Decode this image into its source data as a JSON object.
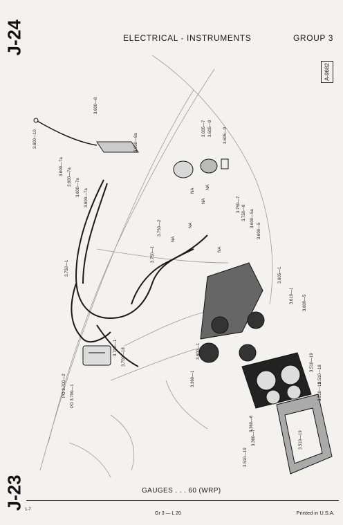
{
  "page": {
    "top_code": "J-24",
    "bottom_code": "J-23",
    "header_title": "ELECTRICAL - INSTRUMENTS",
    "header_group": "GROUP 3",
    "ref_code": "A-9682",
    "caption": "GAUGES . . . 60 (WRP)",
    "footer_left": "Gr 3 — L 20",
    "footer_right": "Printed in U.S.A.",
    "footer_mark": "1-7"
  },
  "part_labels": [
    "3.600—10",
    "3.600—8",
    "3.600—8a",
    "3.600—7a",
    "3.600—7a",
    "3.600—7a",
    "3.600—7a",
    "3.605—7",
    "3.605—8",
    "3.605—9",
    "NA",
    "NA",
    "NA",
    "NA",
    "NA",
    "NA",
    "3.750—2",
    "3.750—1",
    "3.750—7",
    "3.750—8",
    "3.600—5a",
    "3.600—5",
    "3.605—1",
    "3.610—1",
    "3.750—1",
    "3.600—1",
    "3.360—1",
    "3.600—5",
    "3.510—19",
    "3.510—18",
    "3.510—19",
    "3.360—6",
    "3.360—7",
    "3.510—19",
    "3.510—19",
    "PO 3.700—2",
    "PO 3.700—1",
    "3.700—18",
    "3.700—1"
  ]
}
